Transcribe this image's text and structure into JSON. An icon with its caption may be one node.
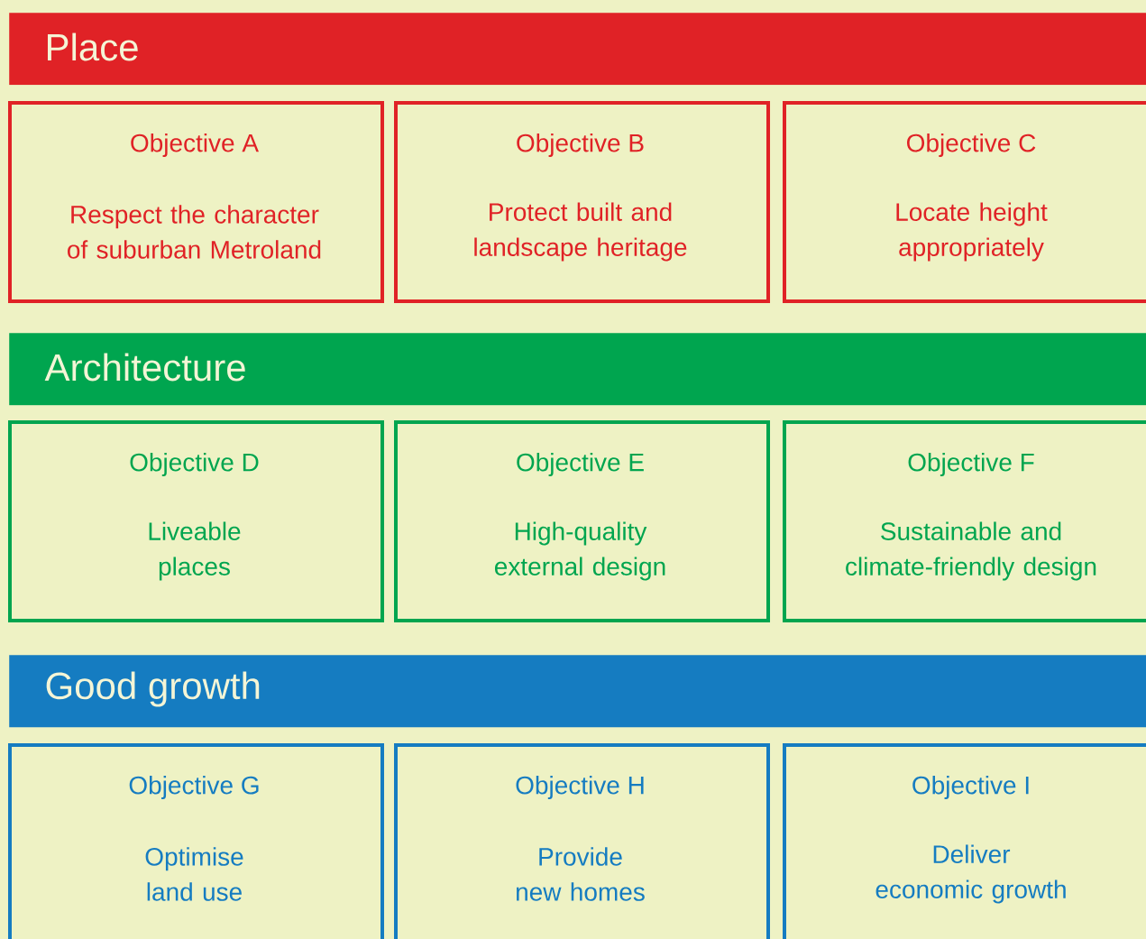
{
  "diagram": {
    "nodes": [
      {
        "text": [
          "Place"
        ]
      },
      {
        "text": [
          "Objective A",
          "Respect the character of suburban Metroland"
        ]
      },
      {
        "text": [
          "Objective B",
          "Protect built and landscape heritage"
        ]
      },
      {
        "text": [
          "Objective C",
          "Locate height appropriately"
        ]
      },
      {
        "text": [
          "Architecture"
        ]
      },
      {
        "text": [
          "Objective D",
          "Liveable places"
        ]
      },
      {
        "text": [
          "Objective E",
          "High-quality external design"
        ]
      },
      {
        "text": [
          "Objective F",
          "Sustainable and climate-friendly design"
        ]
      },
      {
        "text": [
          "Good growth"
        ]
      },
      {
        "text": [
          "Objective G",
          "Optimise land use"
        ]
      },
      {
        "text": [
          "Objective H",
          "Provide new homes"
        ]
      },
      {
        "text": [
          "Objective I",
          "Deliver economic growth"
        ]
      }
    ]
  }
}
